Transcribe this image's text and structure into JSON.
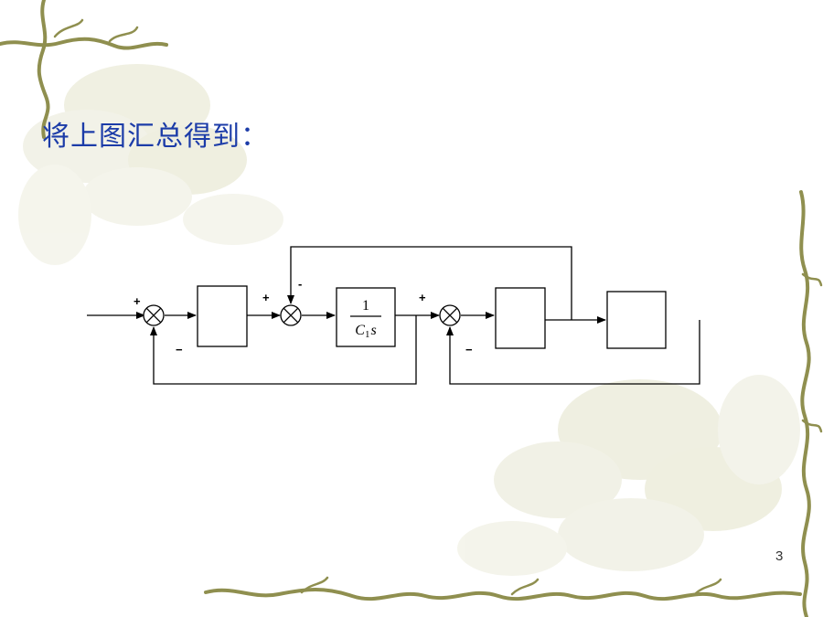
{
  "slide": {
    "title": "将上图汇总得到：",
    "page_number": "3"
  },
  "diagram": {
    "block3": {
      "numerator": "1",
      "denominator_symbol": "C",
      "denominator_subscript": "1",
      "denominator_var": "s"
    },
    "signs": {
      "sum1_plus": "+",
      "sum1_minus": "−",
      "sum2_plus": "+",
      "sum2_minus": "-",
      "sum3_plus": "+",
      "sum3_minus": "−"
    }
  },
  "colors": {
    "title": "#1c3ca8",
    "vine": "#8a8a4a",
    "flower_wash": "#e6e6cf"
  }
}
